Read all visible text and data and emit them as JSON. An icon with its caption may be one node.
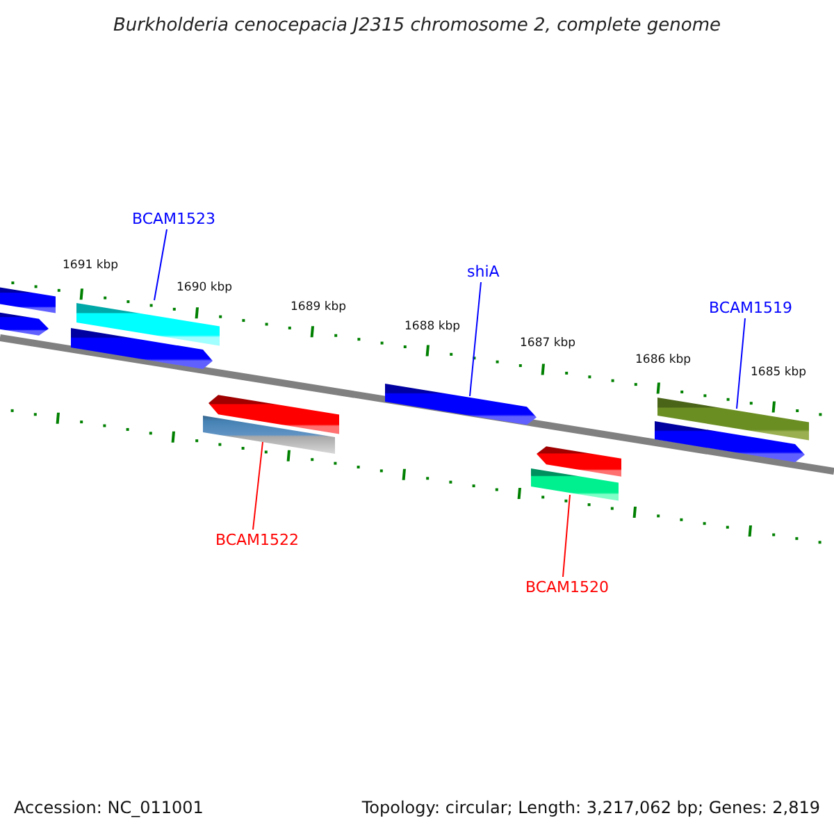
{
  "diagram": {
    "title": "Burkholderia cenocepacia J2315 chromosome 2, complete genome",
    "nodes": [
      {
        "text": [
          "BCAM1523"
        ]
      },
      {
        "text": [
          "shiA"
        ]
      },
      {
        "text": [
          "BCAM1519"
        ]
      },
      {
        "text": [
          "BCAM1522"
        ]
      },
      {
        "text": [
          "BCAM1520"
        ]
      },
      {
        "text": [],
        "shape": "bar"
      },
      {
        "text": [],
        "shape": "bar"
      },
      {
        "text": [],
        "shape": "bar"
      },
      {
        "text": [],
        "shape": "bar"
      },
      {
        "text": [],
        "shape": "bar"
      },
      {
        "text": [],
        "shape": "bar"
      },
      {
        "text": [],
        "shape": "bar"
      },
      {
        "text": [],
        "shape": "bar"
      },
      {
        "text": [],
        "shape": "bar"
      },
      {
        "text": [],
        "shape": "bar"
      },
      {
        "text": [],
        "shape": "bar"
      }
    ],
    "edges": [
      {
        "from": 0,
        "to": 7,
        "arrow": "none"
      },
      {
        "from": 1,
        "to": 11,
        "arrow": "none"
      },
      {
        "from": 2,
        "to": 14,
        "arrow": "none"
      },
      {
        "from": 3,
        "to": 9,
        "arrow": "none",
        "color": "#ff0000"
      },
      {
        "from": 4,
        "to": 12,
        "arrow": "none",
        "color": "#ff0000"
      }
    ],
    "labels": [
      "1691 kbp",
      "1690 kbp",
      "1689 kbp",
      "1688 kbp",
      "1687 kbp",
      "1686 kbp",
      "1685 kbp",
      "Accession: NC_011001",
      "Topology: circular; Length: 3,217,062 bp; Genes: 2,819"
    ]
  }
}
